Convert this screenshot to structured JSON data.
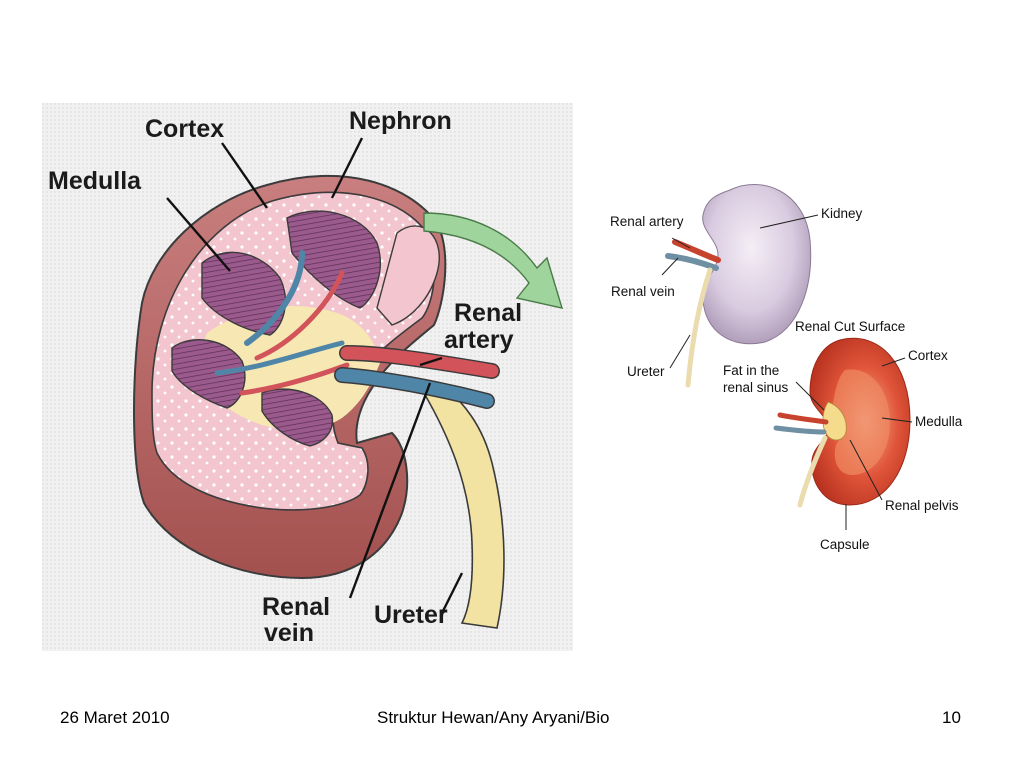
{
  "main_diagram": {
    "labels": {
      "cortex": "Cortex",
      "nephron": "Nephron",
      "medulla": "Medulla",
      "renal_artery_line1": "Renal",
      "renal_artery_line2": "artery",
      "renal_vein_line1": "Renal",
      "renal_vein_line2": "vein",
      "ureter": "Ureter"
    }
  },
  "side_diagram": {
    "labels": {
      "renal_artery": "Renal artery",
      "kidney": "Kidney",
      "renal_vein": "Renal vein",
      "renal_cut_surface": "Renal Cut Surface",
      "ureter": "Ureter",
      "fat_line1": "Fat in the",
      "fat_line2": "renal sinus",
      "cortex": "Cortex",
      "medulla": "Medulla",
      "renal_pelvis": "Renal pelvis",
      "capsule": "Capsule"
    }
  },
  "footer": {
    "date": "26 Maret 2010",
    "title": "Struktur Hewan/Any Aryani/Bio",
    "page": "10"
  },
  "colors": {
    "cortex_pink": "#f3c6cf",
    "medulla_purple": "#9a5a8c",
    "artery_red": "#d2545a",
    "vein_blue": "#4f86a8",
    "ureter_yellow": "#f3e3a3",
    "kidney_lavender": "#d9cbe0",
    "cut_orange": "#e0553a",
    "arrow_green": "#9fd49c"
  }
}
